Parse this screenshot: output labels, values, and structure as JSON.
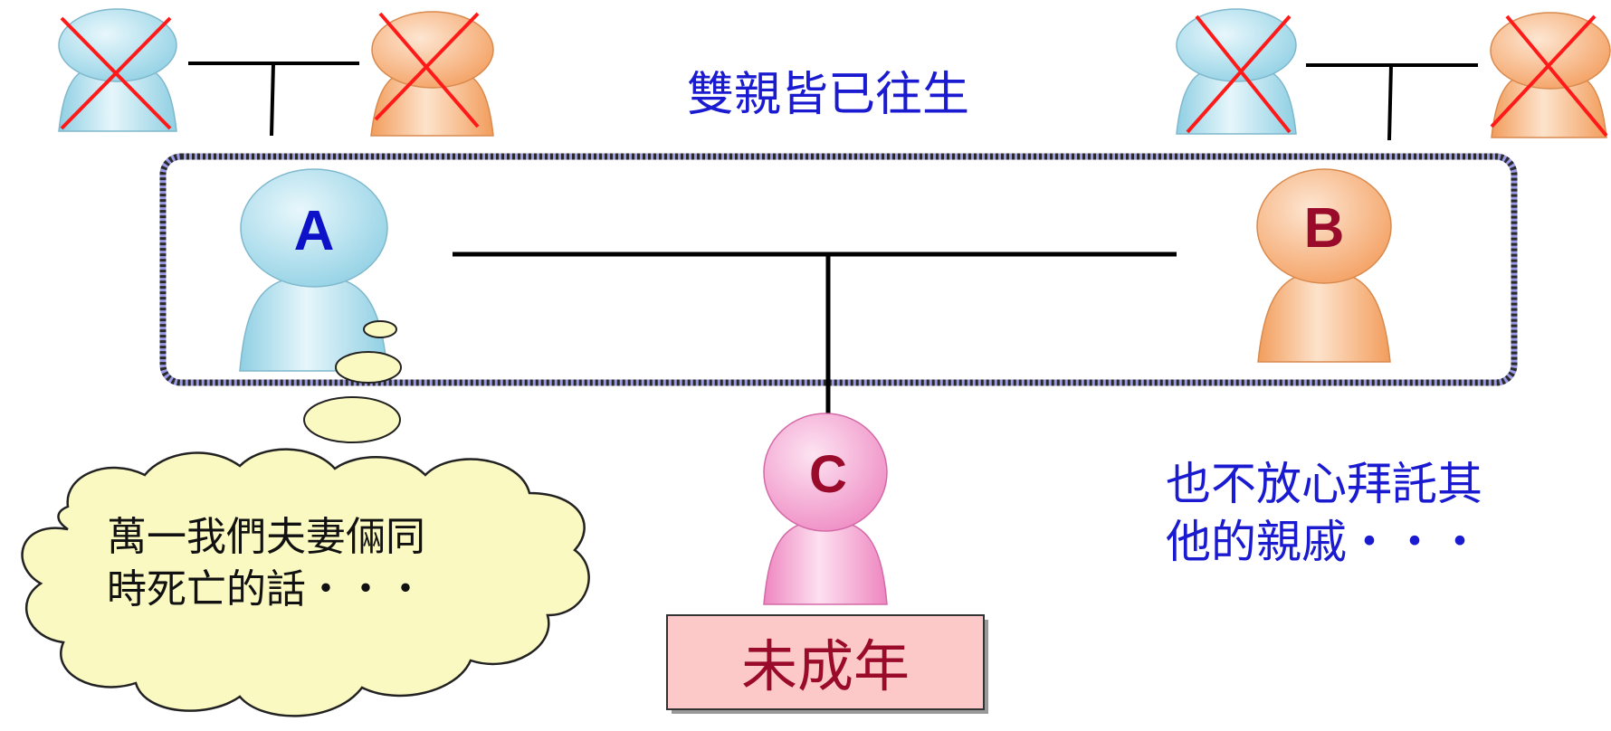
{
  "colors": {
    "blue_person": "#a9dcea",
    "orange_person": "#f7b27a",
    "pink_person": "#f4a3cf",
    "cross": "#ff1a1a",
    "letter_a": "#0d12c8",
    "letter_b": "#9a0a2a",
    "letter_c": "#9a0a2a",
    "text_blue": "#1a1ad0",
    "cloud_fill": "#fbf9c2",
    "box_fill": "#fcc8c8",
    "box_text": "#9a0a2a",
    "frame_dash": "#2a2a2a",
    "frame_dash_alt": "#9a9ae8"
  },
  "grandparents_label": "雙親皆已往生",
  "person_a": {
    "letter": "A"
  },
  "person_b": {
    "letter": "B"
  },
  "person_c": {
    "letter": "C"
  },
  "minor_label": "未成年",
  "thought": {
    "line1": "萬一我們夫妻倆同",
    "line2": "時死亡的話・・・"
  },
  "note": {
    "line1": "也不放心拜託其",
    "line2": "他的親戚・・・"
  }
}
